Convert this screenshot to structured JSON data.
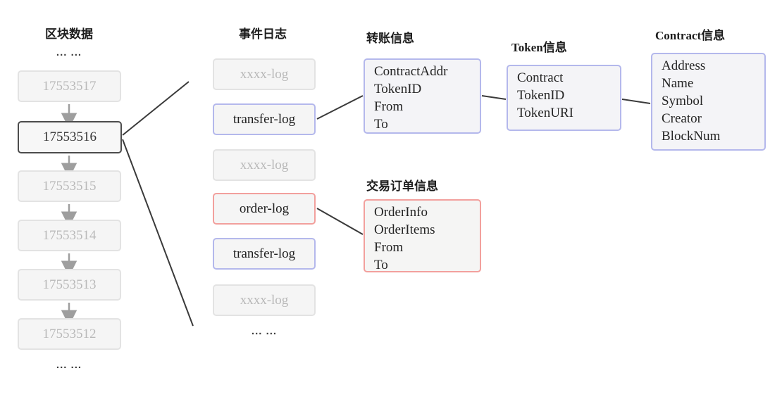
{
  "diagram": {
    "block_column": {
      "title": "区块数据",
      "ellipsis_top": "... ...",
      "ellipsis_bottom": "... ...",
      "blocks": [
        {
          "label": "17553517",
          "state": "dim"
        },
        {
          "label": "17553516",
          "state": "active"
        },
        {
          "label": "17553515",
          "state": "dim"
        },
        {
          "label": "17553514",
          "state": "dim"
        },
        {
          "label": "17553513",
          "state": "dim"
        },
        {
          "label": "17553512",
          "state": "dim"
        }
      ]
    },
    "log_column": {
      "title": "事件日志",
      "ellipsis": "... ...",
      "logs": [
        {
          "label": "xxxx-log",
          "type": "dim"
        },
        {
          "label": "transfer-log",
          "type": "transfer"
        },
        {
          "label": "xxxx-log",
          "type": "dim"
        },
        {
          "label": "order-log",
          "type": "order"
        },
        {
          "label": "transfer-log",
          "type": "transfer"
        },
        {
          "label": "xxxx-log",
          "type": "dim"
        }
      ]
    },
    "info_boxes": {
      "transfer": {
        "title": "转账信息",
        "accent": "blue",
        "fields": [
          "ContractAddr",
          "TokenID",
          "From",
          "To"
        ]
      },
      "token": {
        "title": "Token信息",
        "accent": "blue",
        "fields": [
          "Contract",
          "TokenID",
          "TokenURI"
        ]
      },
      "contract": {
        "title": "Contract信息",
        "accent": "blue",
        "fields": [
          "Address",
          "Name",
          "Symbol",
          "Creator",
          "BlockNum"
        ]
      },
      "order": {
        "title": "交易订单信息",
        "accent": "red",
        "fields": [
          "OrderInfo",
          "OrderItems",
          "From",
          "To"
        ]
      }
    },
    "colors": {
      "blue_accent": "#b4b8ec",
      "red_accent": "#f2a09d",
      "dim_border": "#e3e3e3",
      "dim_bg": "#f5f5f5",
      "dim_text": "#b9b9b9",
      "active_border": "#4c4c4c",
      "connector_line": "#3a3a3a",
      "chain_arrow": "#9e9e9e"
    }
  }
}
